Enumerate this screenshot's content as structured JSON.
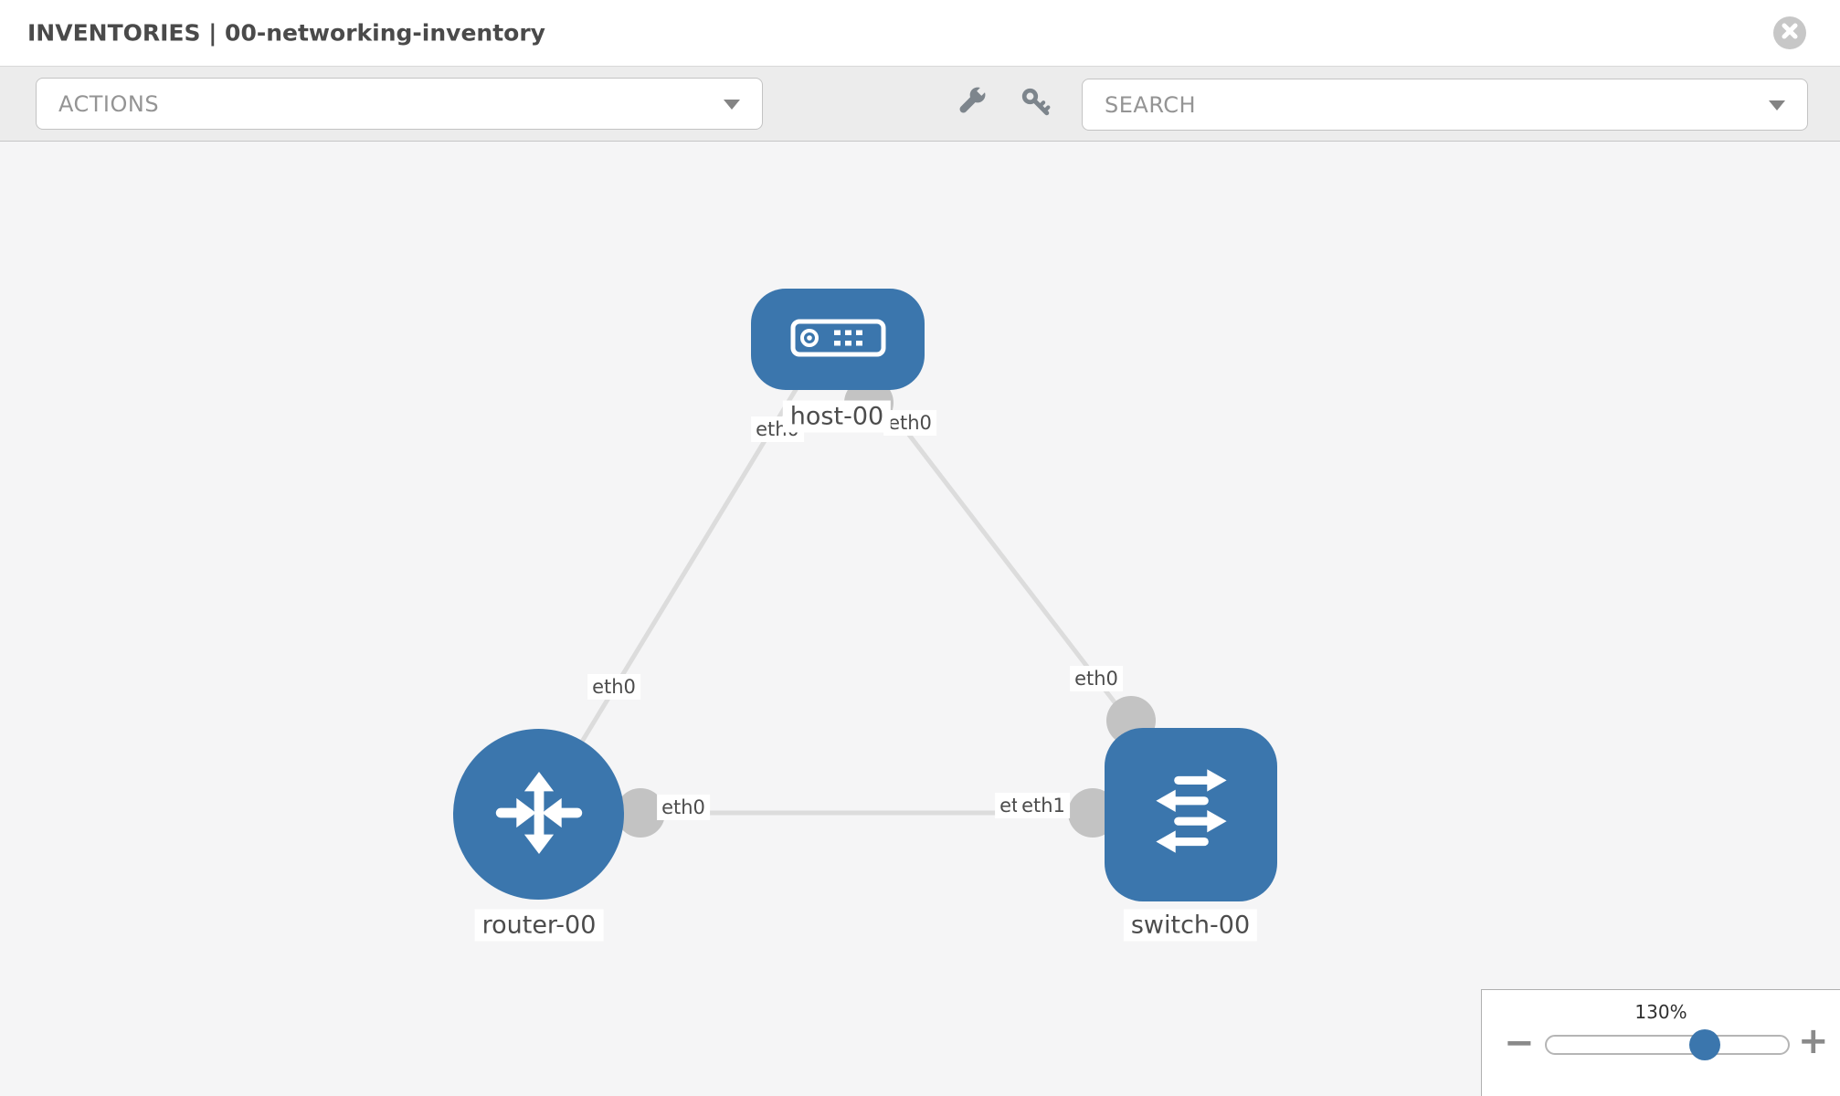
{
  "header": {
    "title": "INVENTORIES | 00-networking-inventory",
    "close_icon": "circle-x"
  },
  "toolbar": {
    "actions_label": "ACTIONS",
    "search_label": "SEARCH",
    "caret_icon": "chevron-down",
    "tool_icons": [
      "wrench",
      "key"
    ]
  },
  "topology": {
    "nodes": [
      {
        "id": "host-00",
        "label": "host-00",
        "type": "host",
        "icon": "host-device-icon"
      },
      {
        "id": "router-00",
        "label": "router-00",
        "type": "router",
        "icon": "router-arrows-icon"
      },
      {
        "id": "switch-00",
        "label": "switch-00",
        "type": "switch",
        "icon": "switch-arrows-icon"
      }
    ],
    "links": [
      {
        "from": "host-00",
        "to": "router-00",
        "from_label": "eth0",
        "to_label": "eth0"
      },
      {
        "from": "host-00",
        "to": "switch-00",
        "from_label": "eth0",
        "to_label": "eth0"
      },
      {
        "from": "router-00",
        "to": "switch-00",
        "from_label": "eth0",
        "to_label": "eth1",
        "overlapped_label": "eth0"
      }
    ]
  },
  "zoom_control": {
    "level": "130%",
    "minus_label": "−",
    "plus_label": "+"
  },
  "colors": {
    "node_blue": "#3b76ad",
    "edge_gray": "#dcdcdc",
    "connector_gray": "#c3c3c3",
    "canvas_bg": "#f5f5f6",
    "toolbar_bg": "#ececec",
    "icon_gray": "#7d858c",
    "close_gray": "#c7c7c7"
  }
}
